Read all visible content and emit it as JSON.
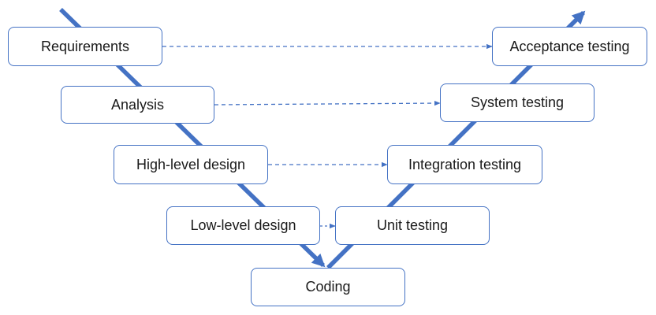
{
  "diagram": {
    "type": "V-model",
    "accent_color": "#4472c4",
    "boxes": {
      "requirements": "Requirements",
      "analysis": "Analysis",
      "high_level_design": "High-level design",
      "low_level_design": "Low-level design",
      "coding": "Coding",
      "unit_testing": "Unit testing",
      "integration_testing": "Integration testing",
      "system_testing": "System testing",
      "acceptance_testing": "Acceptance testing"
    }
  }
}
